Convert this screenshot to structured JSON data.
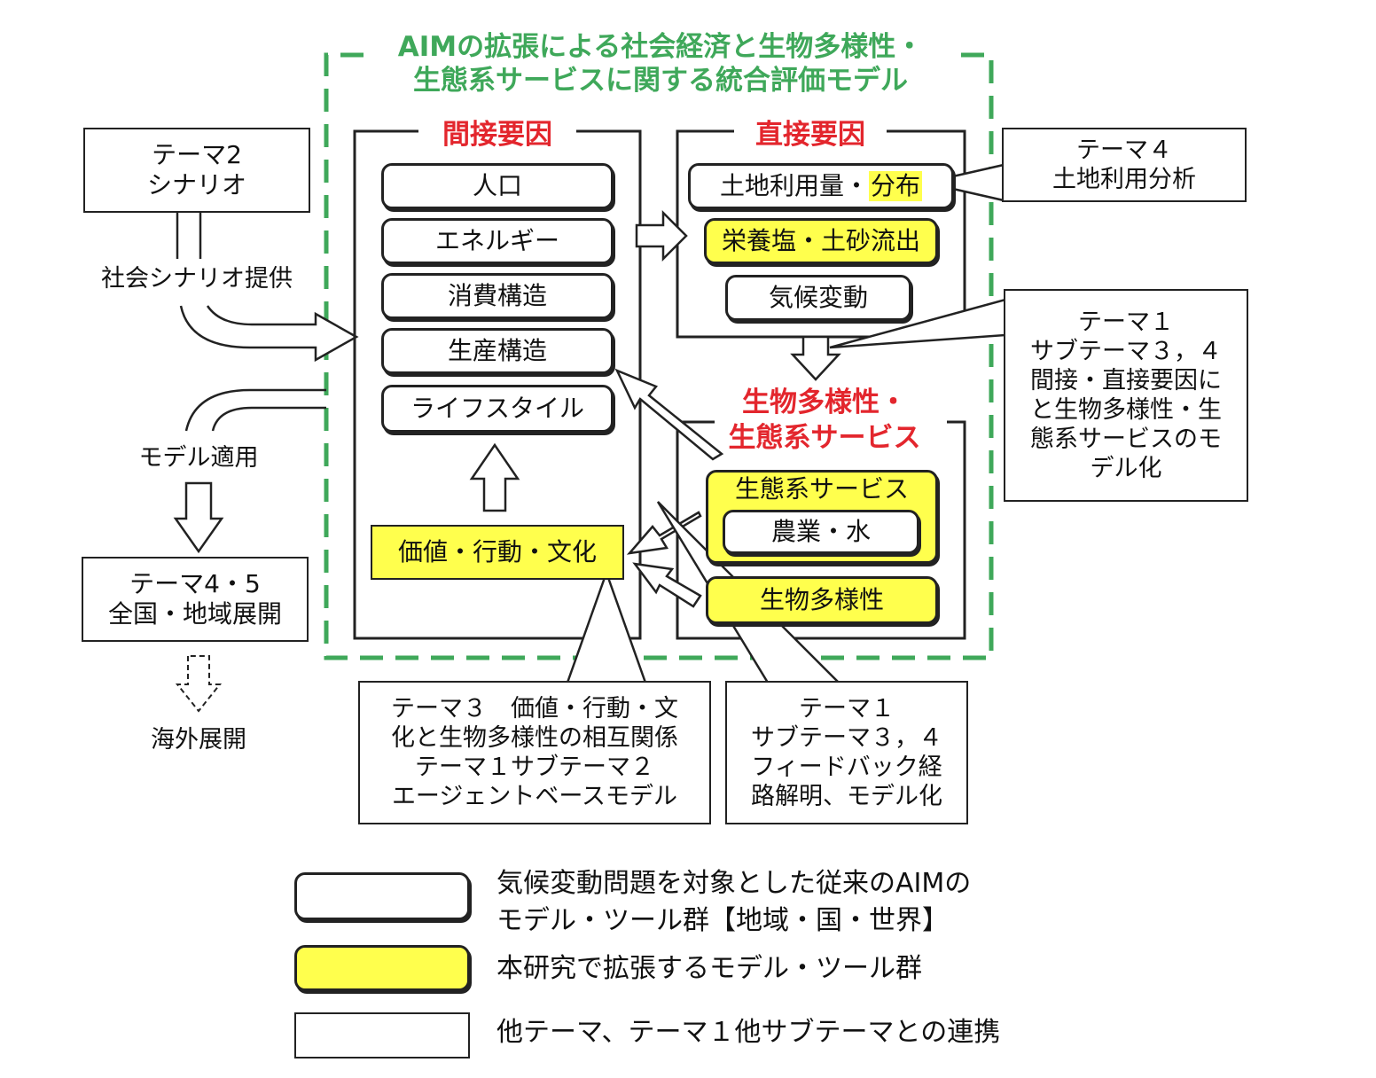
{
  "title": {
    "line1": "AIMの拡張による社会経済と生物多様性・",
    "line2": "生態系サービスに関する統合評価モデル"
  },
  "indirect": {
    "header": "間接要因",
    "items": [
      "人口",
      "エネルギー",
      "消費構造",
      "生産構造",
      "ライフスタイル"
    ],
    "value_box": "価値・行動・文化"
  },
  "direct": {
    "header": "直接要因",
    "land_use_a": "土地利用量・",
    "land_use_b": "分布",
    "nutrient": "栄養塩・土砂流出",
    "climate": "気候変動"
  },
  "bio": {
    "header1": "生物多様性・",
    "header2": "生態系サービス",
    "eco": "生態系サービス",
    "agri": "農業・水",
    "biodiv": "生物多様性"
  },
  "left": {
    "theme2_l1": "テーマ2",
    "theme2_l2": "シナリオ",
    "scenario_provide": "社会シナリオ提供",
    "model_apply": "モデル適用",
    "theme45_l1": "テーマ4・5",
    "theme45_l2": "全国・地域展開",
    "overseas": "海外展開"
  },
  "callouts": {
    "theme4": [
      "テーマ４",
      "土地利用分析"
    ],
    "theme1_right": [
      "テーマ１",
      "サブテーマ３，４",
      "間接・直接要因に",
      "と生物多様性・生",
      "態系サービスのモ",
      "デル化"
    ],
    "theme3": [
      "テーマ３　価値・行動・文",
      "化と生物多様性の相互関係",
      "テーマ１サブテーマ２",
      "エージェントベースモデル"
    ],
    "theme1_bottom": [
      "テーマ１",
      "サブテーマ３，４",
      "フィードバック経",
      "路解明、モデル化"
    ]
  },
  "legend": [
    {
      "style": "white-rounded",
      "lines": [
        "気候変動問題を対象とした従来のAIMの",
        "モデル・ツール群【地域・国・世界】"
      ]
    },
    {
      "style": "yellow-rounded",
      "lines": [
        "本研究で拡張するモデル・ツール群"
      ]
    },
    {
      "style": "white-square",
      "lines": [
        "他テーマ、テーマ１他サブテーマとの連携"
      ]
    }
  ],
  "colors": {
    "green_dash": "#3fa85a",
    "red_header": "#e3262d",
    "yellow": "#ffff4d"
  }
}
